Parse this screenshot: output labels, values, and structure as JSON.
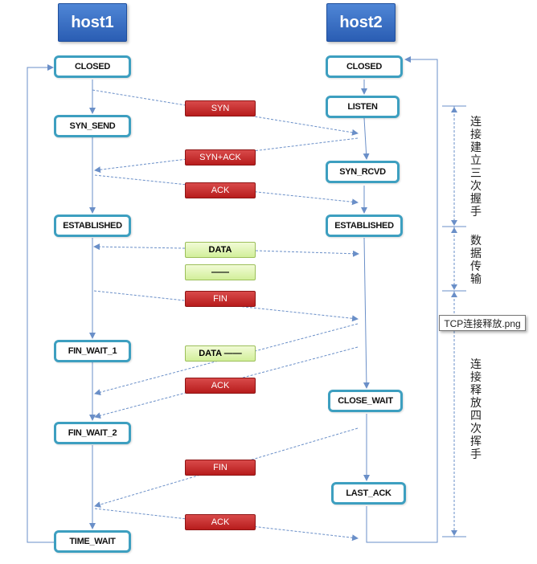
{
  "hosts": {
    "host1": "host1",
    "host2": "host2"
  },
  "host1_states": {
    "closed": "CLOSED",
    "syn_send": "SYN_SEND",
    "established": "ESTABLISHED",
    "fin_wait_1": "FIN_WAIT_1",
    "fin_wait_2": "FIN_WAIT_2",
    "time_wait": "TIME_WAIT"
  },
  "host2_states": {
    "closed": "CLOSED",
    "listen": "LISTEN",
    "syn_rcvd": "SYN_RCVD",
    "established": "ESTABLISHED",
    "close_wait": "CLOSE_WAIT",
    "last_ack": "LAST_ACK"
  },
  "messages": {
    "syn": "SYN",
    "syn_ack": "SYN+ACK",
    "ack1": "ACK",
    "data": "DATA",
    "data_ack": "——",
    "fin1": "FIN",
    "data2": "DATA ——",
    "ack2": "ACK",
    "fin2": "FIN",
    "ack3": "ACK"
  },
  "phases": {
    "handshake": "连接建立 三次握手",
    "transfer": "数据传输",
    "release": "连接释放 四次挥手"
  },
  "tooltip": "TCP连接释放.png"
}
